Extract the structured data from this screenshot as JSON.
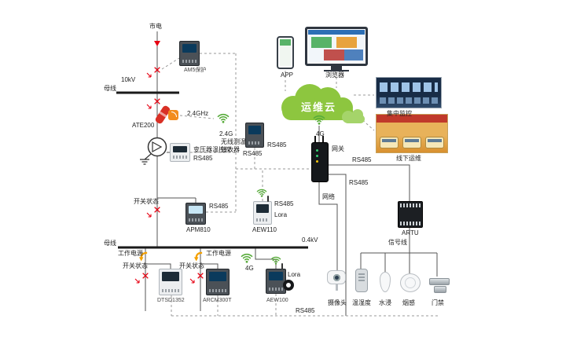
{
  "colors": {
    "cloud_green": "#8dc63f",
    "alarm_red": "#e60012",
    "power_orange": "#f5a100",
    "line_dark": "#555555"
  },
  "labels": {
    "mains": "市电",
    "protection_device": "AM5保护",
    "voltage_10kv": "10kV",
    "busbar": "母线",
    "ate200": "ATE200",
    "freq_24ghz": "2.4GHz",
    "freq_24g": "2.4G",
    "wireless_temp_1": "无线测温",
    "wireless_temp_2": "接收器",
    "rs485": "RS485",
    "transformer_controller": "变压器温控仪",
    "app": "APP",
    "browser": "浏览器",
    "cloud": "运维云",
    "net_4g": "4G",
    "gateway": "网关",
    "central_monitoring": "集中监控",
    "offline_ops": "线下运维",
    "network": "网络",
    "artu": "ARTU",
    "signal_line": "信号线",
    "switch_status": "开关状态",
    "apm810": "APM810",
    "aew110": "AEW110",
    "lora": "Lora",
    "working_power": "工作电源",
    "voltage_04kv": "0.4kV",
    "dtsd1352": "DTSD1352",
    "arcm300t": "ARCM300T",
    "aew100": "AEW100",
    "camera": "摄像头",
    "temp_humidity": "温湿度",
    "water_leak": "水浸",
    "smoke": "烟感",
    "door": "门禁"
  }
}
